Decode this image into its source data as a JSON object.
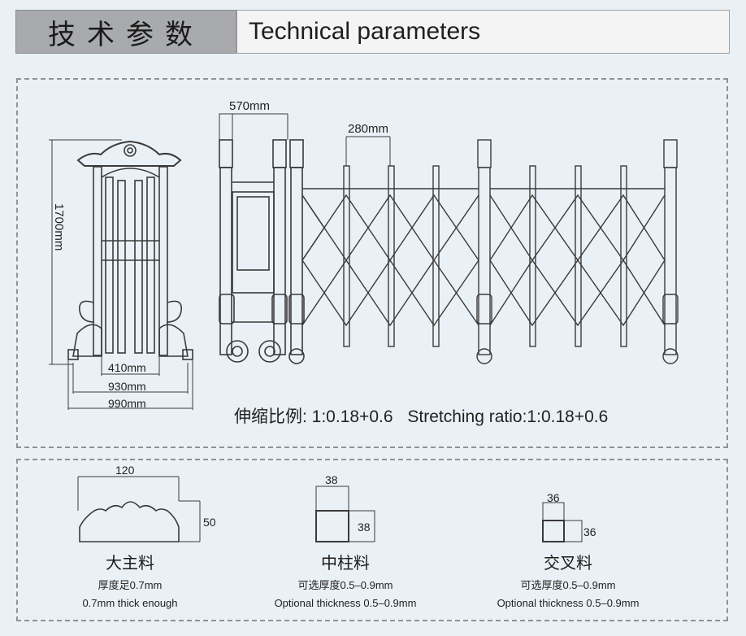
{
  "header": {
    "title_cn": "技术参数",
    "title_en": "Technical parameters"
  },
  "front_view": {
    "height_label": "1700mm",
    "width_labels": [
      "410mm",
      "930mm",
      "990mm"
    ]
  },
  "side_view": {
    "head_width_label": "570mm",
    "pitch_label": "280mm"
  },
  "ratio": {
    "cn": "伸缩比例: 1:0.18+0.6",
    "en": "Stretching ratio:1:0.18+0.6"
  },
  "materials": [
    {
      "name": "大主料",
      "width": "120",
      "height": "50",
      "cn": "厚度足0.7mm",
      "en": "0.7mm thick enough"
    },
    {
      "name": "中柱料",
      "width": "38",
      "height": "38",
      "cn": "可选厚度0.5–0.9mm",
      "en": "Optional thickness 0.5–0.9mm"
    },
    {
      "name": "交叉料",
      "width": "36",
      "height": "36",
      "cn": "可选厚度0.5–0.9mm",
      "en": "Optional thickness 0.5–0.9mm"
    }
  ],
  "colors": {
    "background": "#eaf1f6",
    "header_cn_bg": "#a8aaad",
    "header_en_bg": "#f4f4f4",
    "line": "#3a3a3a"
  }
}
